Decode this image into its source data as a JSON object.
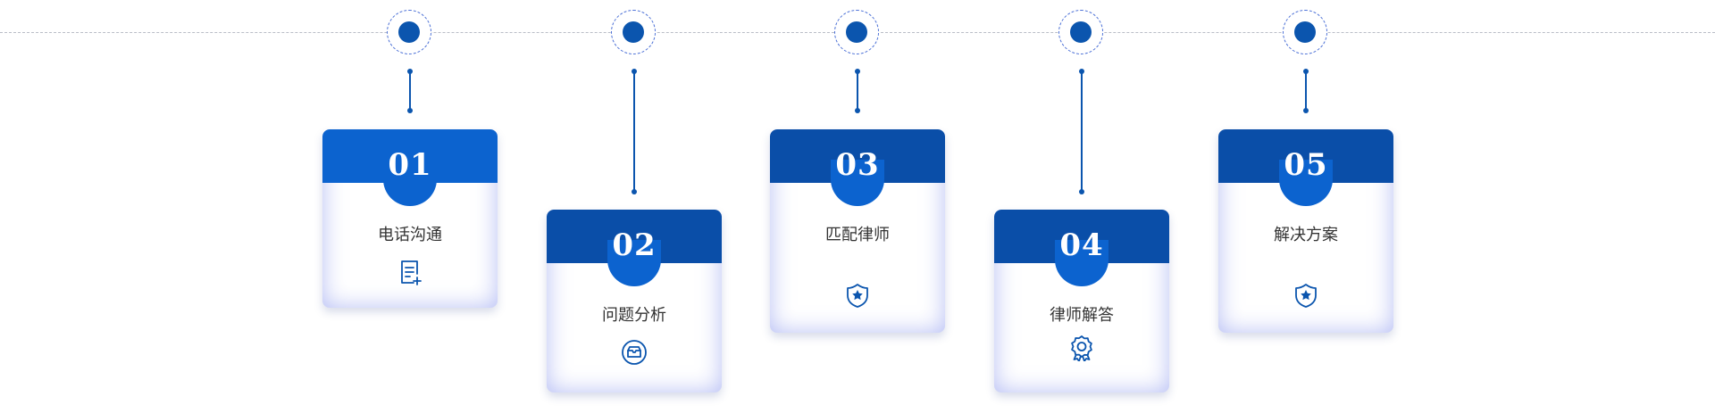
{
  "steps": [
    {
      "number": "01",
      "label": "电话沟通",
      "icon": "document-add-icon"
    },
    {
      "number": "02",
      "label": "问题分析",
      "icon": "inbox-icon"
    },
    {
      "number": "03",
      "label": "匹配律师",
      "icon": "shield-star-icon"
    },
    {
      "number": "04",
      "label": "律师解答",
      "icon": "award-badge-icon"
    },
    {
      "number": "05",
      "label": "解决方案",
      "icon": "shield-star-icon"
    }
  ],
  "colors": {
    "primary_blue": "#0c63cf",
    "dark_blue": "#0a4ea8",
    "node_blue": "#0b55ae",
    "card_glow": "#7887eb",
    "text": "#333333"
  }
}
